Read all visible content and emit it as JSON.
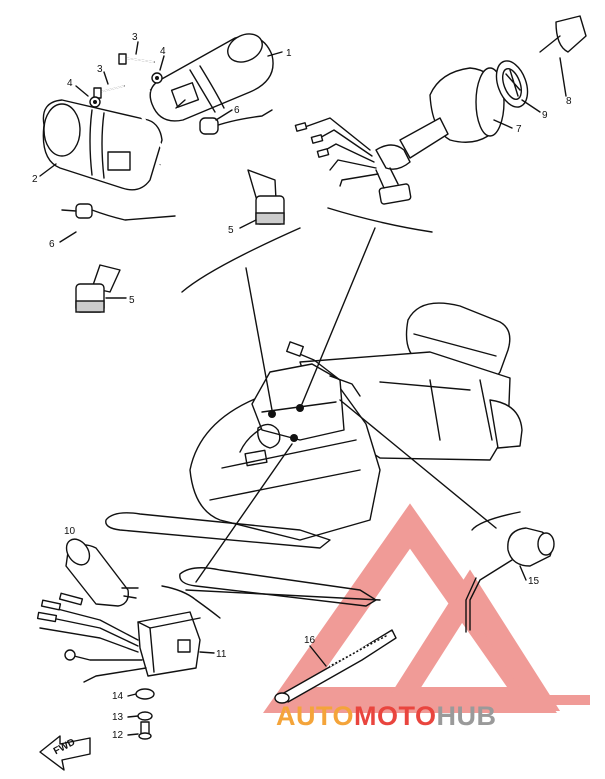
{
  "diagram": {
    "callouts": [
      "1",
      "2",
      "3",
      "3",
      "4",
      "4",
      "5",
      "5",
      "6",
      "6",
      "7",
      "8",
      "9",
      "10",
      "11",
      "12",
      "13",
      "14",
      "15",
      "16"
    ],
    "direction_label": "FWD"
  },
  "watermark": {
    "part1": "AUTO",
    "part2": "MOTO",
    "part3": "HUB",
    "colors": {
      "orange": "#f4a43a",
      "red": "#e9453e",
      "gray": "#9a9a9a"
    }
  }
}
